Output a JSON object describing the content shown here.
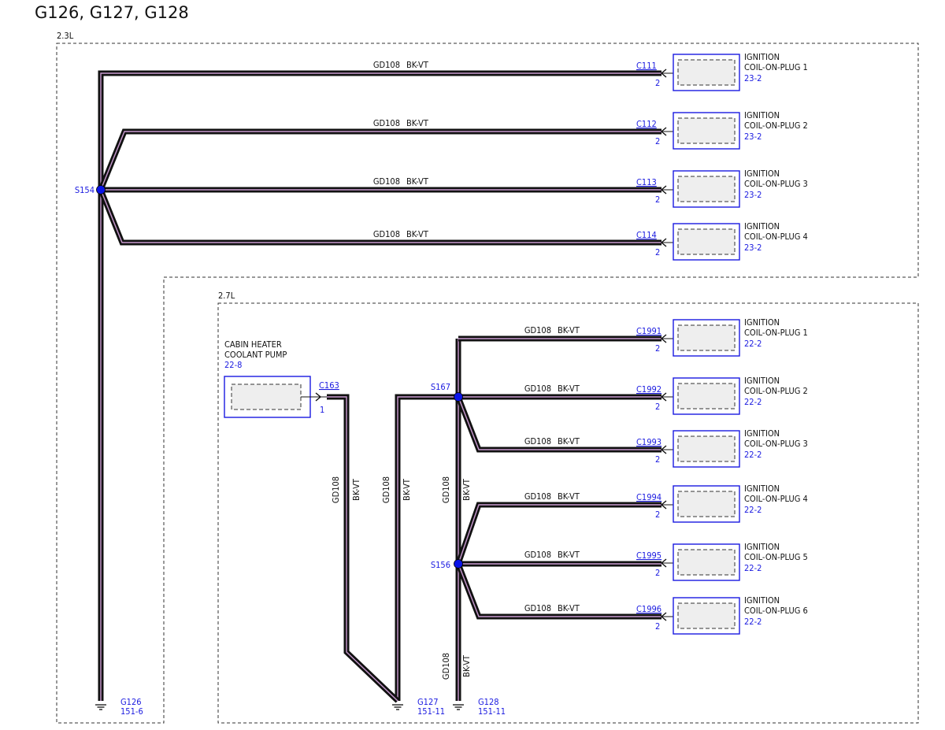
{
  "title": "G126, G127, G128",
  "colors": {
    "wire": "#111111",
    "wire_stripe": "#c99ad0",
    "ref": "#1a1ae0",
    "connector_fill": "#eeeeee"
  },
  "regions": [
    {
      "label": "2.3L"
    },
    {
      "label": "2.7L"
    }
  ],
  "wire": {
    "circuit": "GD108",
    "color": "BK-VT"
  },
  "splices": [
    {
      "id": "S154"
    },
    {
      "id": "S167"
    },
    {
      "id": "S156"
    }
  ],
  "components_23": [
    {
      "connector": "C111",
      "pin": "2",
      "name1": "IGNITION",
      "name2": "COIL-ON-PLUG 1",
      "ref": "23-2"
    },
    {
      "connector": "C112",
      "pin": "2",
      "name1": "IGNITION",
      "name2": "COIL-ON-PLUG 2",
      "ref": "23-2"
    },
    {
      "connector": "C113",
      "pin": "2",
      "name1": "IGNITION",
      "name2": "COIL-ON-PLUG 3",
      "ref": "23-2"
    },
    {
      "connector": "C114",
      "pin": "2",
      "name1": "IGNITION",
      "name2": "COIL-ON-PLUG 4",
      "ref": "23-2"
    }
  ],
  "components_27": [
    {
      "connector": "C1991",
      "pin": "2",
      "name1": "IGNITION",
      "name2": "COIL-ON-PLUG 1",
      "ref": "22-2"
    },
    {
      "connector": "C1992",
      "pin": "2",
      "name1": "IGNITION",
      "name2": "COIL-ON-PLUG 2",
      "ref": "22-2"
    },
    {
      "connector": "C1993",
      "pin": "2",
      "name1": "IGNITION",
      "name2": "COIL-ON-PLUG 3",
      "ref": "22-2"
    },
    {
      "connector": "C1994",
      "pin": "2",
      "name1": "IGNITION",
      "name2": "COIL-ON-PLUG 4",
      "ref": "22-2"
    },
    {
      "connector": "C1995",
      "pin": "2",
      "name1": "IGNITION",
      "name2": "COIL-ON-PLUG 5",
      "ref": "22-2"
    },
    {
      "connector": "C1996",
      "pin": "2",
      "name1": "IGNITION",
      "name2": "COIL-ON-PLUG 6",
      "ref": "22-2"
    }
  ],
  "pump": {
    "name1": "CABIN HEATER",
    "name2": "COOLANT PUMP",
    "ref": "22-8",
    "connector": "C163",
    "pin": "1"
  },
  "grounds": [
    {
      "id": "G126",
      "ref": "151-6"
    },
    {
      "id": "G127",
      "ref": "151-11"
    },
    {
      "id": "G128",
      "ref": "151-11"
    }
  ]
}
